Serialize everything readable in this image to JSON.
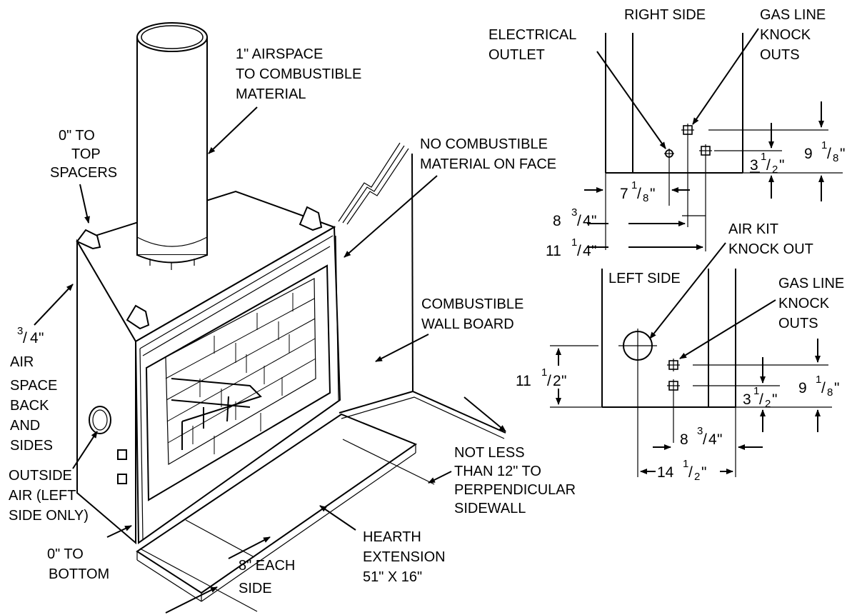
{
  "labels": {
    "airspace": [
      "1\" AIRSPACE",
      "TO COMBUSTIBLE",
      "MATERIAL"
    ],
    "top_spacers": [
      "0\" TO",
      "TOP",
      "SPACERS"
    ],
    "no_combustible": [
      "NO COMBUSTIBLE",
      "MATERIAL ON FACE"
    ],
    "air_space": [
      "AIR",
      "SPACE",
      "BACK",
      "AND",
      "SIDES"
    ],
    "air_space_frac": {
      "num": "3",
      "den": "4",
      "unit": "\""
    },
    "combustible_wall": [
      "COMBUSTIBLE",
      "WALL BOARD"
    ],
    "outside_air": [
      "OUTSIDE",
      "AIR (LEFT",
      "SIDE ONLY)"
    ],
    "not_less": [
      "NOT LESS",
      "THAN 12\" TO",
      "PERPENDICULAR",
      "SIDEWALL"
    ],
    "zero_bottom": [
      "0\" TO",
      "BOTTOM"
    ],
    "hearth": [
      "HEARTH",
      "EXTENSION",
      "51\" X 16\""
    ],
    "eight_each": [
      "8\" EACH",
      "SIDE"
    ],
    "right_side": "RIGHT SIDE",
    "electrical": [
      "ELECTRICAL",
      "OUTLET"
    ],
    "gas_line_r": [
      "GAS LINE",
      "KNOCK",
      "OUTS"
    ],
    "air_kit": [
      "AIR KIT",
      "KNOCK OUT"
    ],
    "left_side": "LEFT SIDE",
    "gas_line_l": [
      "GAS LINE",
      "KNOCK",
      "OUTS"
    ]
  },
  "dimensions": {
    "r_7_1_8": {
      "whole": "7",
      "num": "1",
      "den": "8",
      "unit": "\""
    },
    "r_8_3_4": {
      "whole": "8",
      "num": "3",
      "den": "4",
      "unit": "\""
    },
    "r_11_1_4": {
      "whole": "11",
      "num": "1",
      "den": "4",
      "unit": "\""
    },
    "r_3_1_2": {
      "whole": "3",
      "num": "1",
      "den": "2",
      "unit": "\""
    },
    "r_9_1_8": {
      "whole": "9",
      "num": "1",
      "den": "8",
      "unit": "\""
    },
    "l_11_1_2": {
      "whole": "11",
      "num": "1",
      "den": "2",
      "unit": "\""
    },
    "l_3_1_2": {
      "whole": "3",
      "num": "1",
      "den": "2",
      "unit": "\""
    },
    "l_9_1_8": {
      "whole": "9",
      "num": "1",
      "den": "8",
      "unit": "\""
    },
    "l_8_3_4": {
      "whole": "8",
      "num": "3",
      "den": "4",
      "unit": "\""
    },
    "l_14_1_2": {
      "whole": "14",
      "num": "1",
      "den": "2",
      "unit": "\""
    }
  }
}
